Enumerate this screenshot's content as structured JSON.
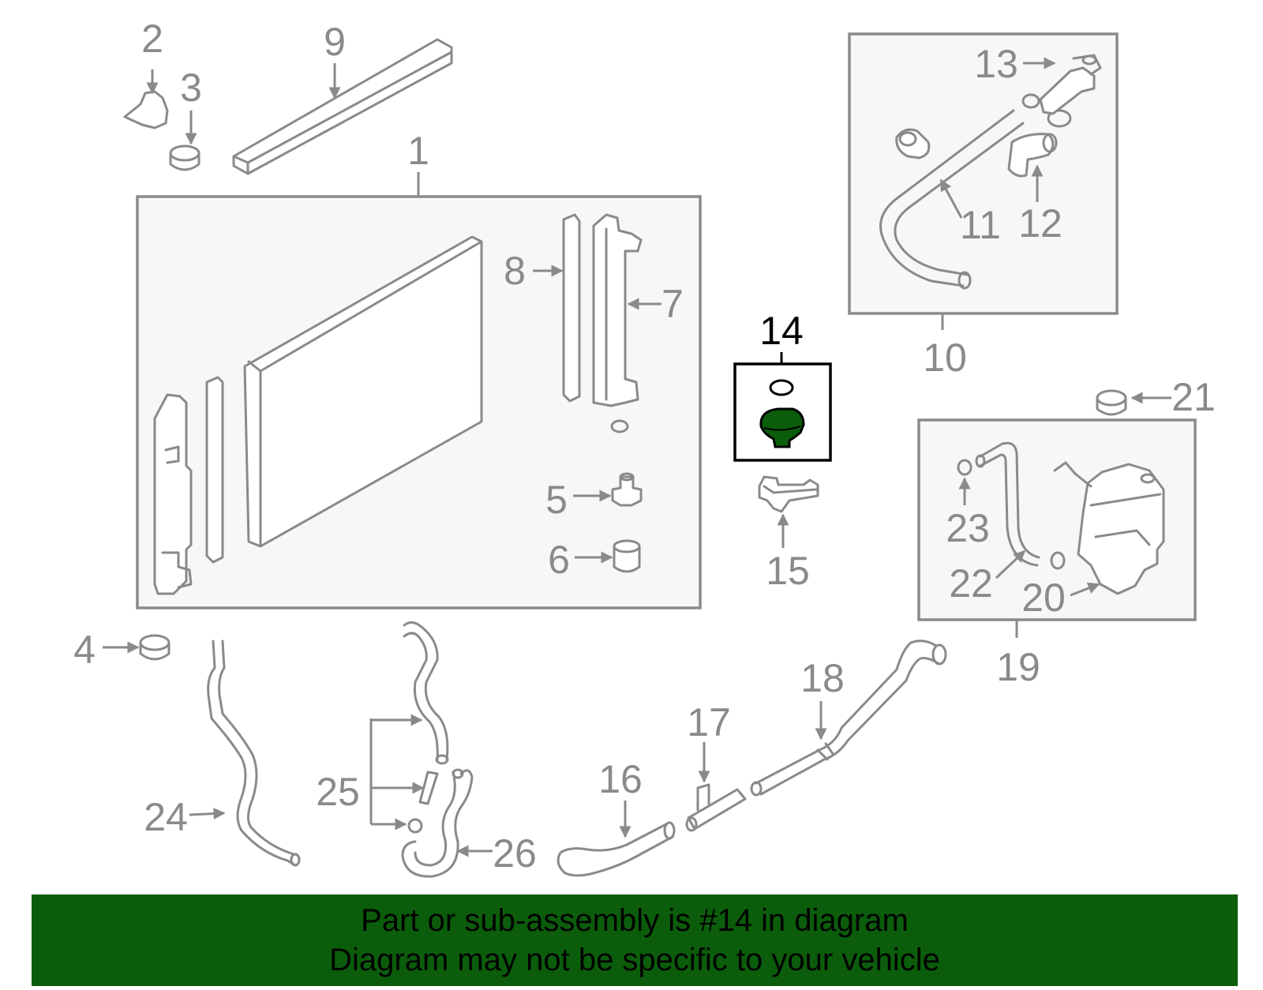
{
  "diagram": {
    "highlight_color": "#0b5d0b",
    "line_color": "#8a8a8a",
    "highlighted_part": "14",
    "labels": {
      "p1": "1",
      "p2": "2",
      "p3": "3",
      "p4": "4",
      "p5": "5",
      "p6": "6",
      "p7": "7",
      "p8": "8",
      "p9": "9",
      "p10": "10",
      "p11": "11",
      "p12": "12",
      "p13": "13",
      "p14": "14",
      "p15": "15",
      "p16": "16",
      "p17": "17",
      "p18": "18",
      "p19": "19",
      "p20": "20",
      "p21": "21",
      "p22": "22",
      "p23": "23",
      "p24": "24",
      "p25": "25",
      "p26": "26"
    }
  },
  "banner": {
    "line1": "Part or sub-assembly is #14 in diagram",
    "line2": "Diagram may not be specific to your vehicle"
  }
}
